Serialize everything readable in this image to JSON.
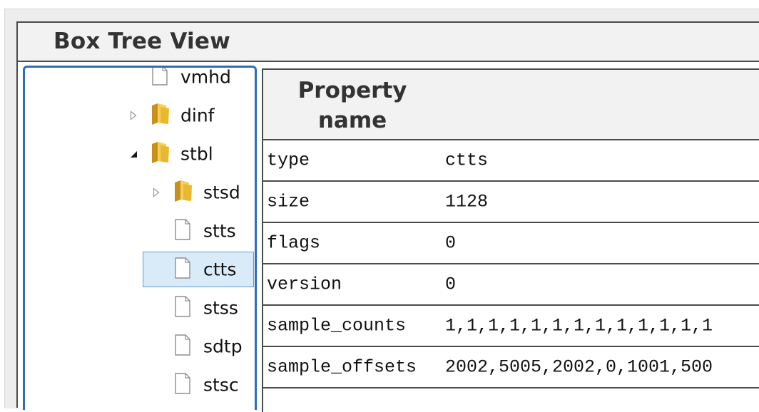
{
  "window": {
    "title": "Box Tree View"
  },
  "tree": {
    "items": [
      {
        "label": "vmhd",
        "icon": "file-icon",
        "expander": ""
      },
      {
        "label": "dinf",
        "icon": "folder-icon",
        "expander": "collapsed"
      },
      {
        "label": "stbl",
        "icon": "folder-icon",
        "expander": "expanded"
      },
      {
        "label": "stsd",
        "icon": "folder-icon",
        "expander": "collapsed"
      },
      {
        "label": "stts",
        "icon": "file-icon",
        "expander": ""
      },
      {
        "label": "ctts",
        "icon": "file-icon",
        "expander": "",
        "selected": true
      },
      {
        "label": "stss",
        "icon": "file-icon",
        "expander": ""
      },
      {
        "label": "sdtp",
        "icon": "file-icon",
        "expander": ""
      },
      {
        "label": "stsc",
        "icon": "file-icon",
        "expander": ""
      }
    ]
  },
  "properties": {
    "header": "Property name",
    "rows": [
      {
        "name": "type",
        "value": "ctts"
      },
      {
        "name": "size",
        "value": "1128"
      },
      {
        "name": "flags",
        "value": "0"
      },
      {
        "name": "version",
        "value": "0"
      },
      {
        "name": "sample_counts",
        "value": "1,1,1,1,1,1,1,1,1,1,1,1,1"
      },
      {
        "name": "sample_offsets",
        "value": "2002,5005,2002,0,1001,500"
      }
    ]
  },
  "colors": {
    "tree_border": "#2f6db7",
    "selection_fill": "#d9ebf9",
    "selection_border": "#5a9bd8",
    "folder": "#e8b830"
  }
}
